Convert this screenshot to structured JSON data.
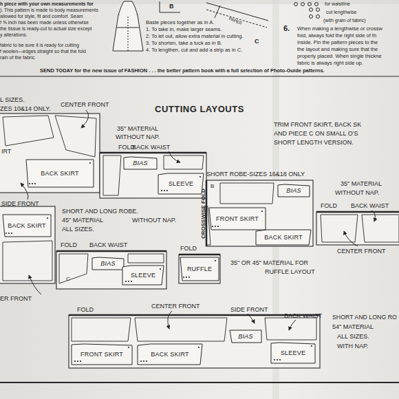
{
  "diagram": {
    "title": "CUTTING LAYOUTS",
    "nodes": [
      {
        "text": [
          "BACK SKIRT"
        ]
      },
      {
        "text": [
          "BIAS"
        ]
      },
      {
        "text": [
          "SLEEVE"
        ]
      },
      {
        "text": [
          "FRONT SKIRT"
        ]
      },
      {
        "text": [
          "BIAS"
        ]
      },
      {
        "text": [
          "BACK SKIRT"
        ]
      },
      {
        "text": [
          "BACK SKIRT"
        ]
      },
      {
        "text": [
          "BIAS"
        ]
      },
      {
        "text": [
          "SLEEVE"
        ]
      },
      {
        "text": [
          "RUFFLE"
        ]
      },
      {
        "text": [
          "FRONT SKIRT"
        ]
      },
      {
        "text": [
          "BACK SKIRT"
        ]
      },
      {
        "text": [
          "BIAS"
        ]
      },
      {
        "text": [
          "SLEEVE"
        ]
      }
    ],
    "labels": [
      "h piece with your own measurements for",
      "). This pattern is made to body measurements",
      "allowed for style, fit and comfort. Seam",
      "f ⅝ inch has been made unless otherwise",
      "the tissue is ready-cut to actual size except",
      "y alterations.",
      "fabric to be sure it is ready for cutting",
      "f woolen—edges straight so that the fold",
      "rain of the fabric.",
      "B",
      "PAPER",
      "Baste pieces together as in A.",
      "1. To take in, make larger seams.",
      "2. To let out, allow extra material in cutting.",
      "3. To shorten, take a tuck as in B.",
      "4. To lengthen, cut and add a strip as in C.",
      "C",
      "for waistline",
      "cut lengthwise",
      "(with grain of fabric)",
      "6.",
      "When making a lengthwise or crossw",
      "fold, always fold the right side of th",
      "inside. Pin the pattern pieces to the",
      "the layout and making sure that the",
      "properly placed. When single thickne",
      "fabric is always right side up.",
      "SEND TODAY for the new issue of FASHION . . . the better pattern book with a full selection of Photo-Guide patterns.",
      "L SIZES.",
      "ZES 10&14 ONLY.",
      "CENTER FRONT",
      "35\" MATERIAL",
      "WITHOUT NAP.",
      "FOLD",
      "BACK WAIST",
      "SIDE FRONT",
      "TRIM FRONT SKIRT, BACK SK",
      "AND PIECE C ON SMALL O'S",
      "SHORT LENGTH VERSION.",
      "SHORT ROBE-SIZES 16&18 ONLY",
      "CROSSWISE FOLD",
      "B",
      "35\" MATERIAL",
      "WITHOUT NAP.",
      "FOLD",
      "BACK WAIST",
      "CENTER FRONT",
      "SHORT AND LONG ROBE.",
      "45\" MATERIAL",
      "WITHOUT NAP.",
      "ALL SIZES.",
      "FOLD",
      "BACK WAIST",
      "C",
      "ER FRONT",
      "FOLD",
      "35\" OR 45\" MATERIAL FOR",
      "RUFFLE LAYOUT",
      "FOLD",
      "CENTER FRONT",
      "SIDE FRONT",
      "BACK WAIST",
      "SHORT AND LONG RO",
      "54\" MATERIAL",
      "ALL SIZES.",
      "WITH NAP.",
      "IRT"
    ]
  }
}
